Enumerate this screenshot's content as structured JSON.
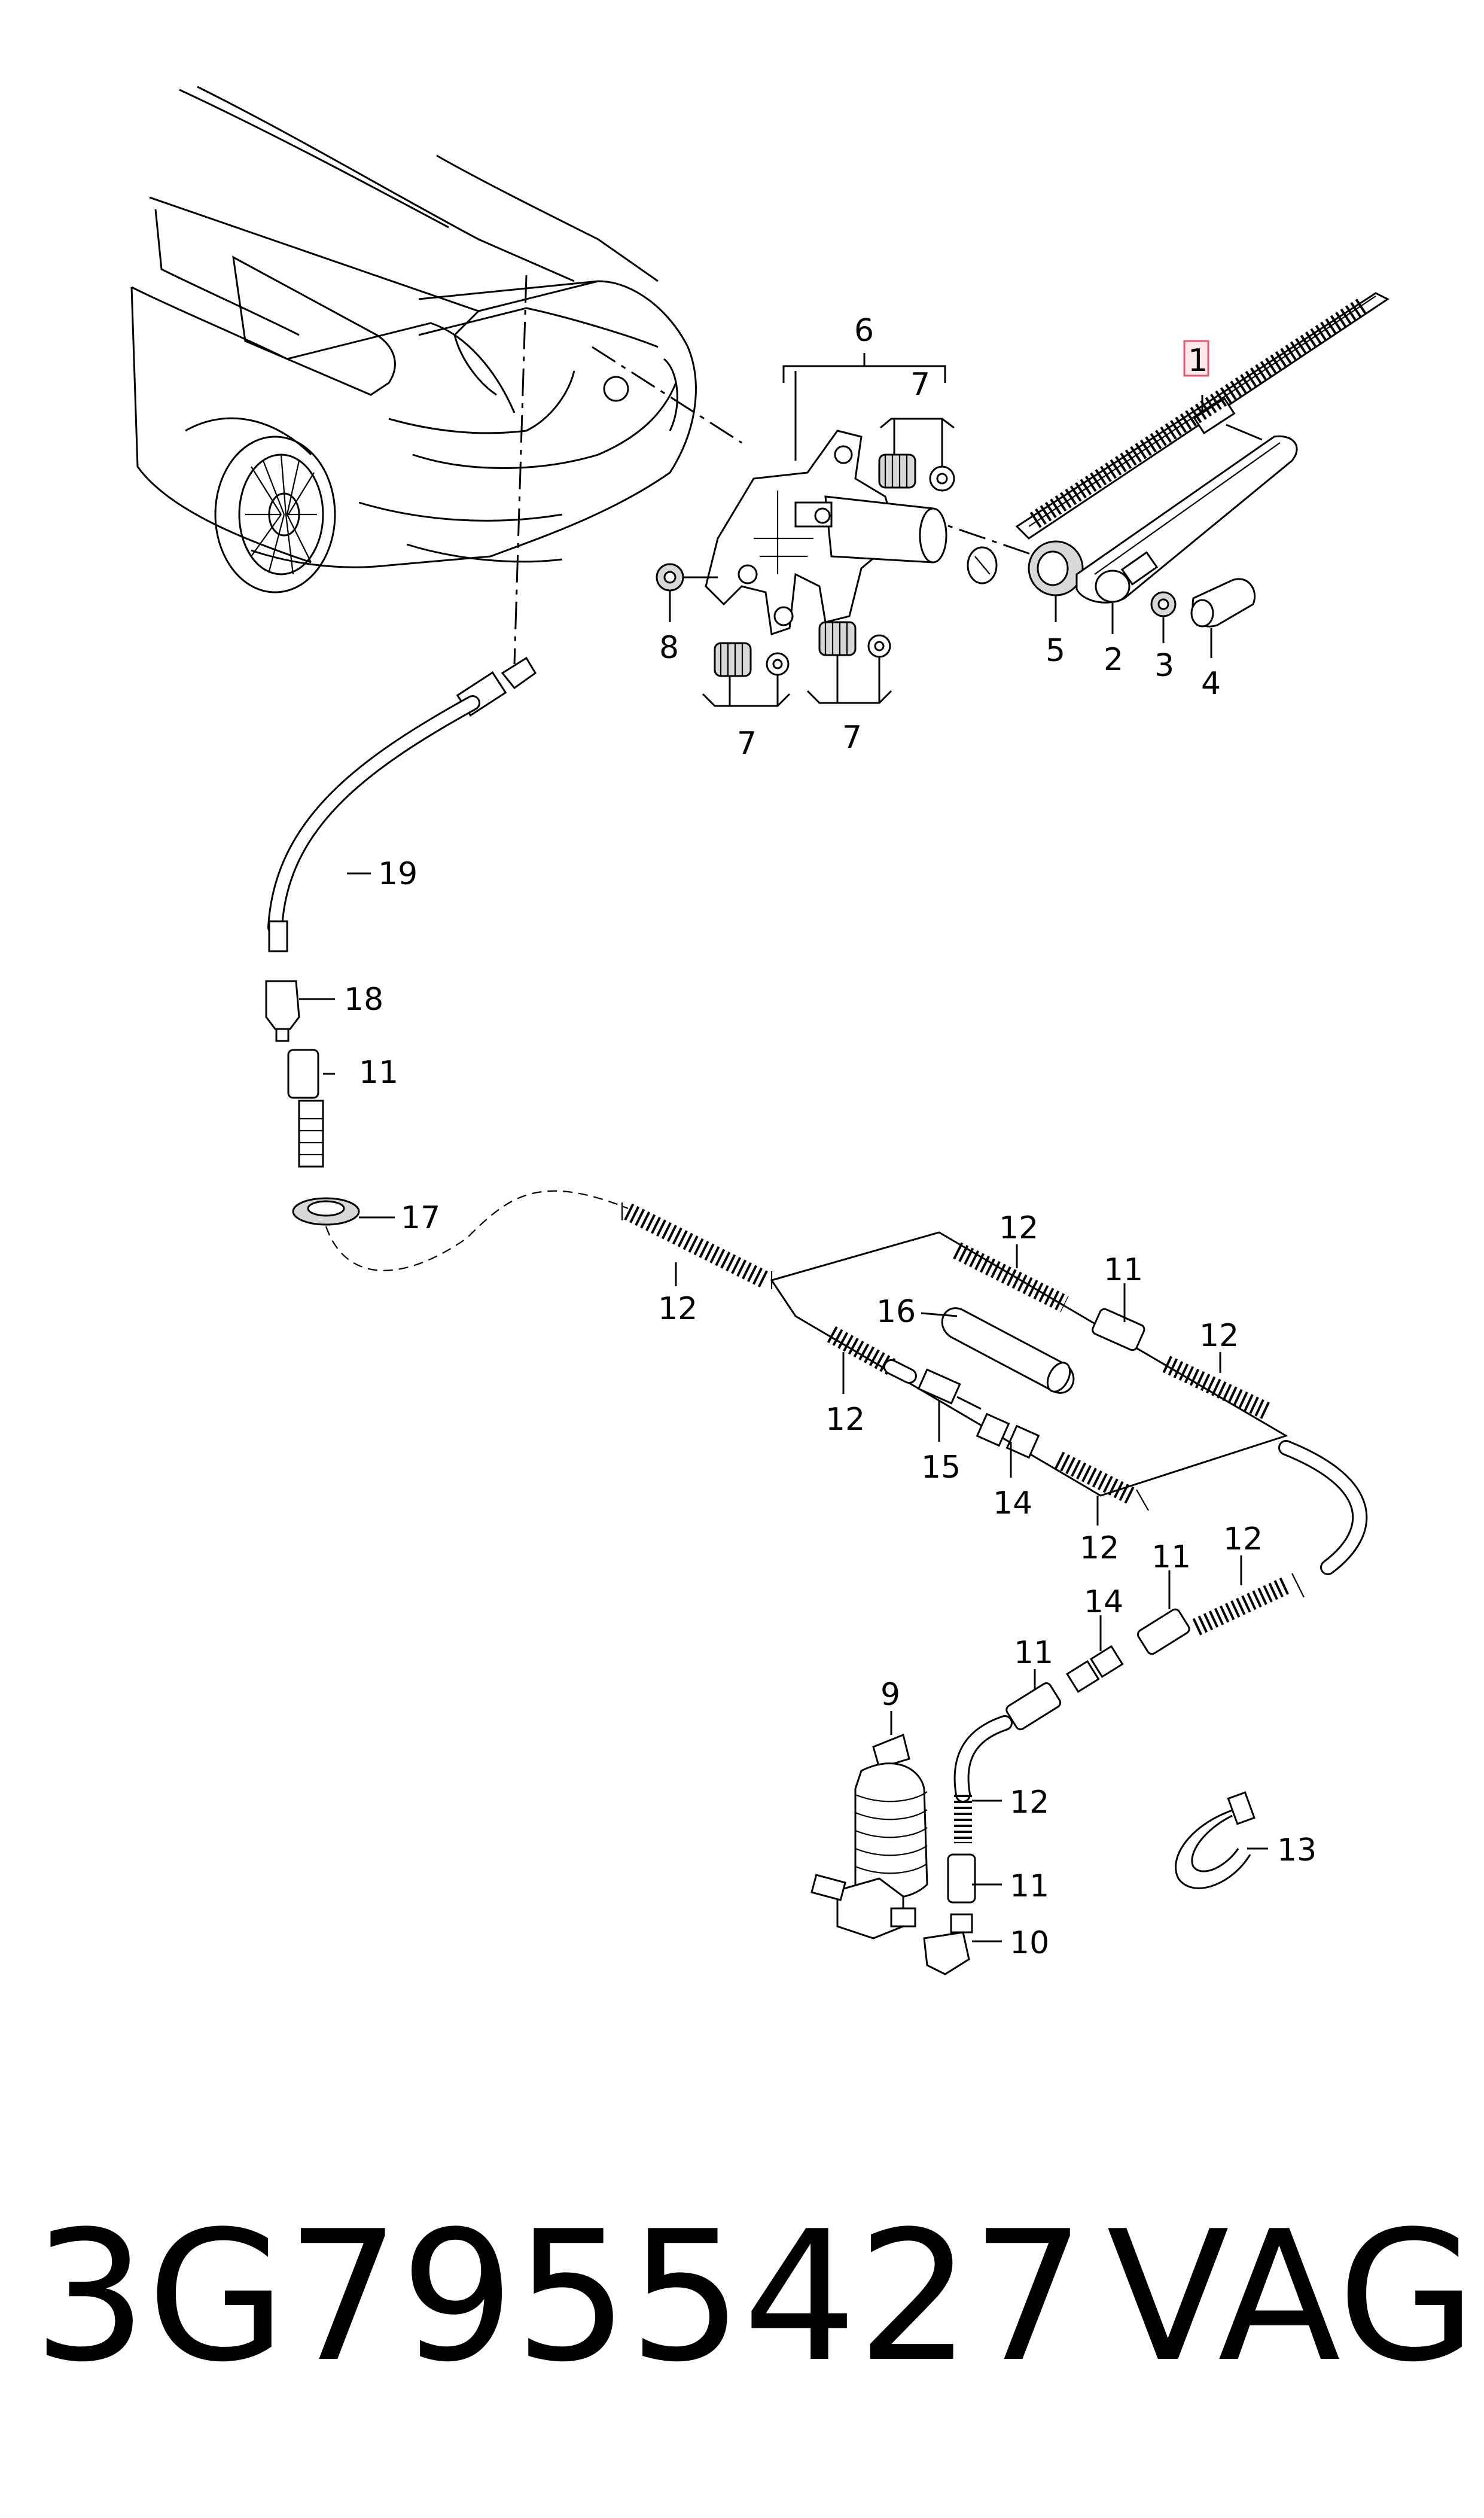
{
  "footer": {
    "part_number": "3G7955427",
    "brand": "VAG"
  },
  "callouts": {
    "c1": "1",
    "c2": "2",
    "c3": "3",
    "c4": "4",
    "c5": "5",
    "c6": "6",
    "c7a": "7",
    "c7b": "7",
    "c7c": "7",
    "c8": "8",
    "c9": "9",
    "c10": "10",
    "c11a": "11",
    "c11b": "11",
    "c11c": "11",
    "c11d": "11",
    "c11e": "11",
    "c12a": "12",
    "c12b": "12",
    "c12c": "12",
    "c12d": "12",
    "c12e": "12",
    "c12f": "12",
    "c12g": "12",
    "c13": "13",
    "c14a": "14",
    "c14b": "14",
    "c15": "15",
    "c16": "16",
    "c17": "17",
    "c18": "18",
    "c19": "19"
  },
  "highlight": {
    "part": "1",
    "color": "#e8566f"
  }
}
